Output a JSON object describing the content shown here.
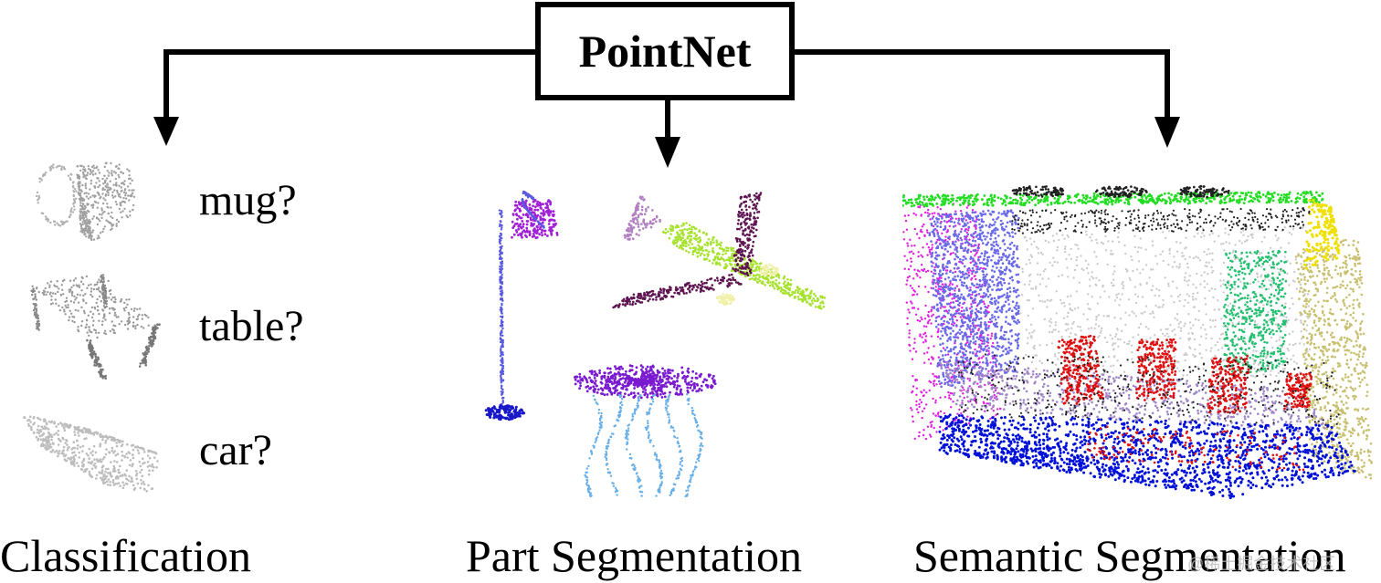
{
  "root": {
    "label": "PointNet"
  },
  "tasks": {
    "classification": {
      "title": "Classification",
      "items": [
        {
          "label": "mug?"
        },
        {
          "label": "table?"
        },
        {
          "label": "car?"
        }
      ]
    },
    "part_segmentation": {
      "title": "Part Segmentation"
    },
    "semantic_segmentation": {
      "title": "Semantic Segmentation"
    }
  },
  "watermark": "@稀土掘金技术社区",
  "colors": {
    "line": "#000000",
    "cls_points": "#9a9a9a",
    "lamp_shade": "#a020d8",
    "lamp_pole": "#5a5ae0",
    "lamp_base": "#1818c8",
    "plane_body": "#a6e22e",
    "plane_wing": "#5e1450",
    "plane_tail": "#b080c0",
    "plane_engine": "#f0f0a8",
    "table_top": "#7a1ad0",
    "table_legs": "#6ab0e8",
    "room_floor": "#0010d8",
    "room_ceiling": "#22dd22",
    "room_wall_left": "#6a6ae8",
    "room_wall_back": "#cccccc",
    "room_door": "#22c070",
    "room_wall_right": "#c8c070",
    "room_chairs": "#e01010",
    "room_clutter": "#202020",
    "room_table": "#a088c8",
    "room_beam": "#f0e000",
    "room_pink": "#e020e0"
  }
}
